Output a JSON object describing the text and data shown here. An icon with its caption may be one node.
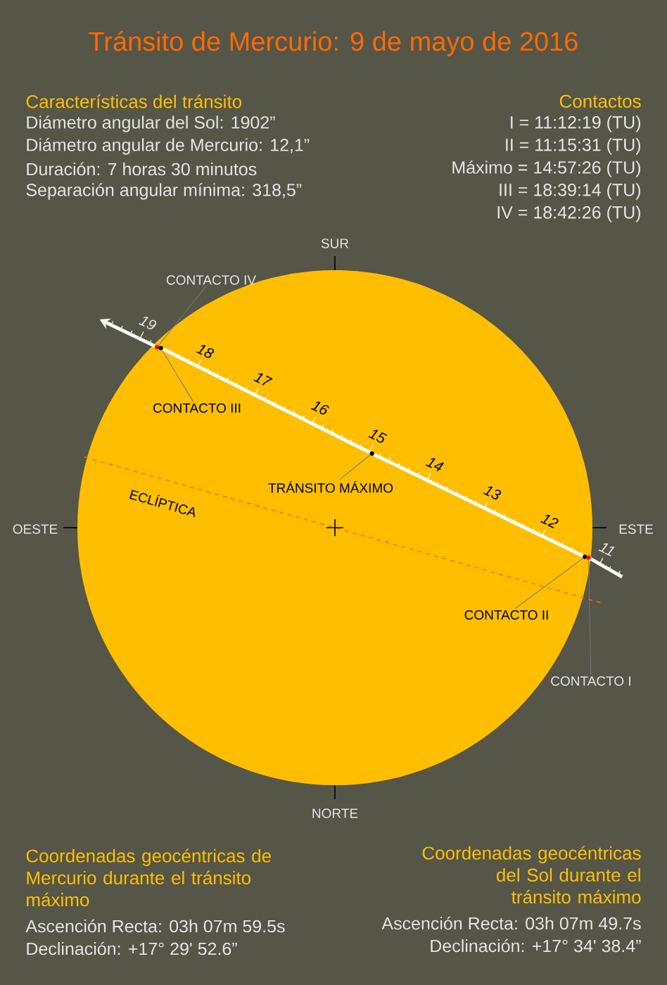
{
  "diagram": {
    "title": "Tránsito de Mercurio: 9 de mayo de 2016",
    "nodes": [
      {
        "text": [
          "CONTACTO IV"
        ]
      },
      {
        "text": [
          "CONTACTO III"
        ]
      },
      {
        "text": [
          "TRÁNSITO MÁXIMO"
        ]
      },
      {
        "text": [
          "CONTACTO II"
        ]
      },
      {
        "text": [
          "CONTACTO I"
        ]
      },
      {
        "text": [],
        "shape": "circle"
      },
      {
        "text": [],
        "shape": "circle"
      },
      {
        "text": [],
        "shape": "circle"
      },
      {
        "text": [],
        "shape": "circle"
      },
      {
        "text": [],
        "shape": "circle"
      }
    ],
    "edges": [
      {
        "from": 0,
        "to": 5,
        "arrow": "none",
        "color": "#777777"
      },
      {
        "from": 1,
        "to": 6,
        "arrow": "none",
        "color": "#777777"
      },
      {
        "from": 2,
        "to": 7,
        "arrow": "none",
        "color": "#777777"
      },
      {
        "from": 3,
        "to": 8,
        "arrow": "none",
        "color": "#777777"
      },
      {
        "from": 4,
        "to": 9,
        "arrow": "none",
        "color": "#777777"
      },
      {
        "from": null,
        "to": 9,
        "arrow": "none",
        "style": "thick",
        "color": "#ffffff"
      },
      {
        "from": 8,
        "to": 7,
        "arrow": "none",
        "style": "thick",
        "color": "#ffffff"
      },
      {
        "from": 7,
        "to": 6,
        "arrow": "none",
        "style": "thick",
        "color": "#ffffff"
      },
      {
        "from": 5,
        "to": null,
        "arrow": "to",
        "style": "thick",
        "color": "#ffffff"
      }
    ],
    "labels": [
      "Características del tránsito",
      "Diámetro angular del Sol: 1902”",
      "Diámetro angular de Mercurio: 12,1”",
      "Duración: 7 horas 30 minutos",
      "Separación angular mínima: 318,5”",
      "Contactos",
      "I = 11:12:19 (TU)",
      "II = 11:15:31 (TU)",
      "Máximo = 14:57:26 (TU)",
      "III = 18:39:14 (TU)",
      "IV = 18:42:26 (TU)",
      "SUR",
      "19",
      "18",
      "17",
      "16",
      "15",
      "14",
      "13",
      "12",
      "OESTE",
      "ECLÍPTICA",
      "ESTE",
      "11",
      "NORTE",
      "Coordenadas geocéntricas de Mercurio durante el tránsito máximo",
      "Ascención Recta: 03h 07m 59.5s",
      "Declinación: +17° 29' 52.6”",
      "Coordenadas geocéntricas del Sol durante el tránsito máximo",
      "Ascención Recta: 03h 07m 49.7s",
      "Declinación: +17° 34' 38.4”"
    ]
  }
}
